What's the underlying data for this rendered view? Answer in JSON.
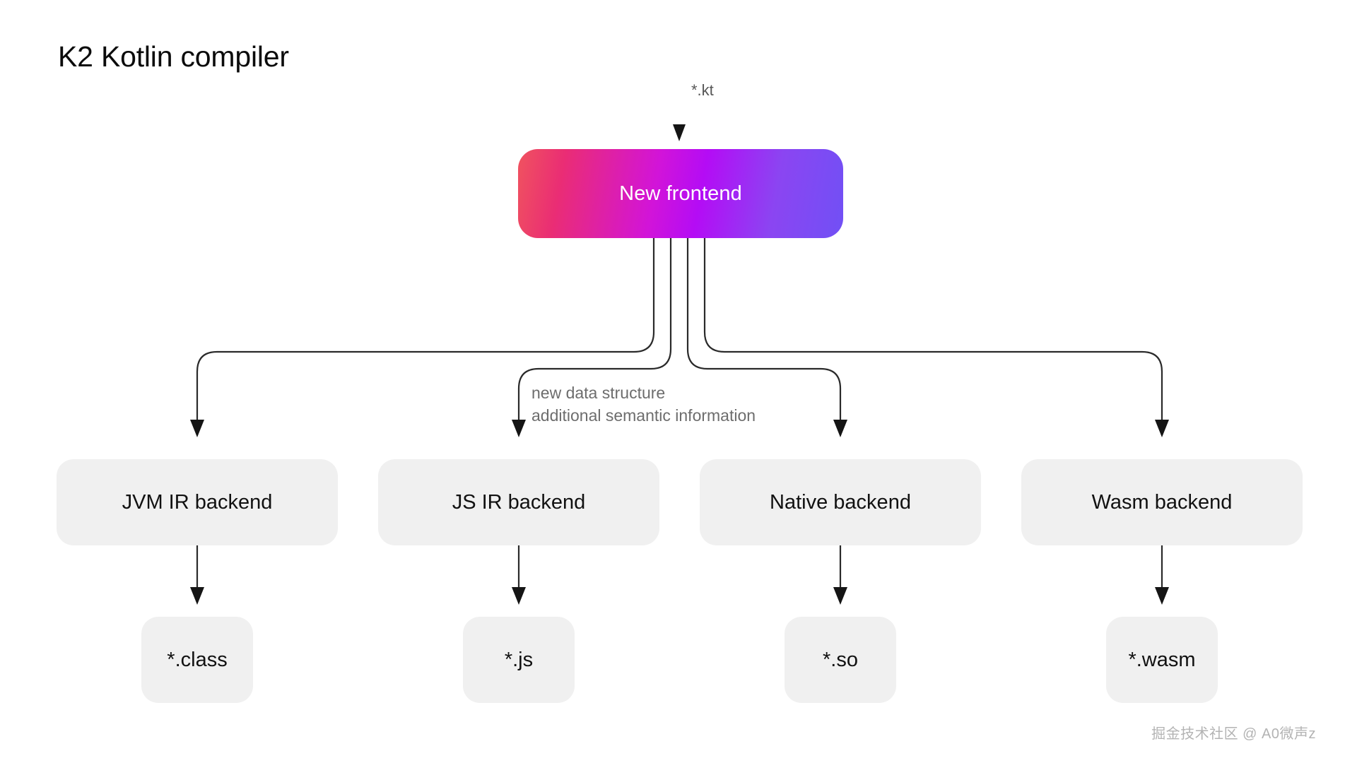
{
  "page": {
    "title": "K2 Kotlin compiler",
    "background_color": "#ffffff",
    "watermark": "掘金技术社区 @ A0微声z"
  },
  "colors": {
    "gradient_start_pink": "#f0535f",
    "gradient_magenta": "#d214d8",
    "gradient_purple": "#b40cf5",
    "gradient_end_violet": "#7150f5",
    "node_fill": "#f0f0f0",
    "node_text": "#111111",
    "connector": "#222222",
    "label_gray": "#6d6d6d"
  },
  "diagram": {
    "type": "flowchart",
    "input": {
      "label": "*.kt",
      "target": "New frontend"
    },
    "frontend": {
      "label": "New frontend"
    },
    "edge_note": {
      "line1": "new data structure",
      "line2": "additional semantic information"
    },
    "backends": [
      {
        "label": "JVM IR backend",
        "artifact": "*.class"
      },
      {
        "label": "JS IR backend",
        "artifact": "*.js"
      },
      {
        "label": "Native backend",
        "artifact": "*.so"
      },
      {
        "label": "Wasm backend",
        "artifact": "*.wasm"
      }
    ],
    "edges": [
      {
        "from": "*.kt",
        "to": "New frontend"
      },
      {
        "from": "New frontend",
        "to": "JVM IR backend"
      },
      {
        "from": "New frontend",
        "to": "JS IR backend"
      },
      {
        "from": "New frontend",
        "to": "Native backend"
      },
      {
        "from": "New frontend",
        "to": "Wasm backend"
      },
      {
        "from": "JVM IR backend",
        "to": "*.class"
      },
      {
        "from": "JS IR backend",
        "to": "*.js"
      },
      {
        "from": "Native backend",
        "to": "*.so"
      },
      {
        "from": "Wasm backend",
        "to": "*.wasm"
      }
    ]
  }
}
